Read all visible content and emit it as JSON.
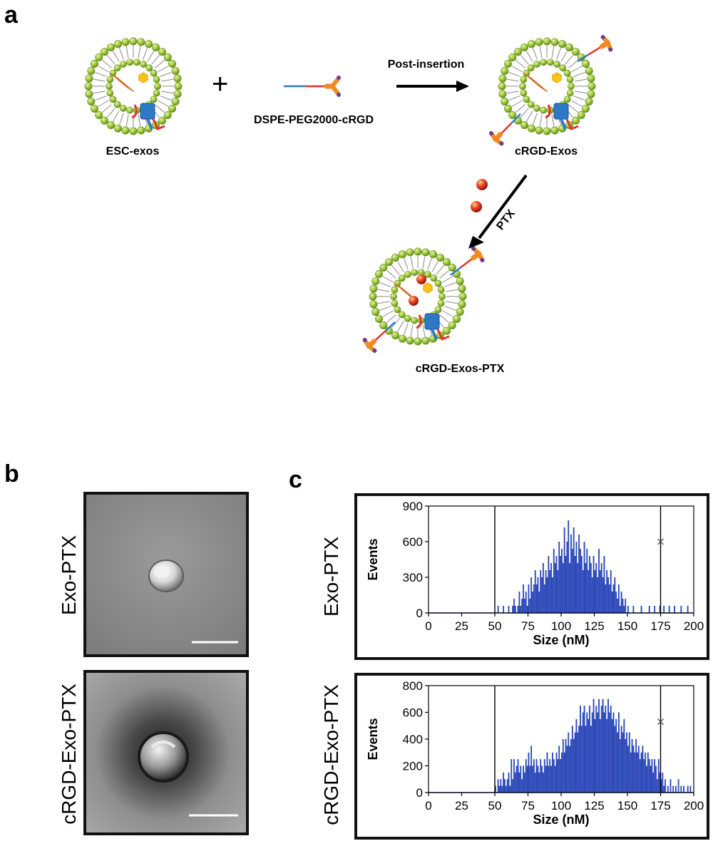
{
  "panel_a": {
    "letter": "a",
    "labels": {
      "esc_exos": "ESC-exos",
      "plus": "+",
      "reagent": "DSPE-PEG2000-cRGD",
      "step1": "Post-insertion",
      "crgd_exos": "cRGD-Exos",
      "step2": "PTX",
      "final": "cRGD-Exos-PTX"
    },
    "colors": {
      "lipid_head": "#9bc53d",
      "peg": "#e8312a",
      "dspe": "#2e79c7",
      "crgd": "#f08a24",
      "crgd_tip": "#6a3d9a",
      "drug": "#e8412a",
      "cargo_hex": "#ffc21a",
      "protein": "#2e79c7"
    }
  },
  "panel_b": {
    "letter": "b",
    "rows": [
      "Exo-PTX",
      "cRGD-Exo-PTX"
    ]
  },
  "panel_c": {
    "letter": "c",
    "rows": [
      "Exo-PTX",
      "cRGD-Exo-PTX"
    ],
    "bar_color": "#2b48b8"
  },
  "chart_data": [
    {
      "type": "bar",
      "xlabel": "Size (nM)",
      "ylabel": "Events",
      "xlim": [
        0,
        200
      ],
      "ylim": [
        0,
        900
      ],
      "xticks": [
        0,
        25,
        50,
        75,
        100,
        125,
        150,
        175,
        200
      ],
      "yticks": [
        0,
        300,
        600,
        900
      ],
      "gates": [
        50,
        175
      ],
      "marker": {
        "x": 175,
        "y": 600
      },
      "bin_width": 1,
      "bins": [
        {
          "x": 50,
          "y": 0
        },
        {
          "x": 52,
          "y": 60
        },
        {
          "x": 54,
          "y": 0
        },
        {
          "x": 56,
          "y": 60
        },
        {
          "x": 58,
          "y": 0
        },
        {
          "x": 60,
          "y": 60
        },
        {
          "x": 62,
          "y": 0
        },
        {
          "x": 63,
          "y": 60
        },
        {
          "x": 64,
          "y": 120
        },
        {
          "x": 65,
          "y": 60
        },
        {
          "x": 66,
          "y": 0
        },
        {
          "x": 67,
          "y": 60
        },
        {
          "x": 68,
          "y": 180
        },
        {
          "x": 69,
          "y": 60
        },
        {
          "x": 70,
          "y": 120
        },
        {
          "x": 71,
          "y": 240
        },
        {
          "x": 72,
          "y": 120
        },
        {
          "x": 73,
          "y": 180
        },
        {
          "x": 74,
          "y": 60
        },
        {
          "x": 75,
          "y": 240
        },
        {
          "x": 76,
          "y": 120
        },
        {
          "x": 77,
          "y": 300
        },
        {
          "x": 78,
          "y": 180
        },
        {
          "x": 79,
          "y": 240
        },
        {
          "x": 80,
          "y": 360
        },
        {
          "x": 81,
          "y": 240
        },
        {
          "x": 82,
          "y": 300
        },
        {
          "x": 83,
          "y": 180
        },
        {
          "x": 84,
          "y": 360
        },
        {
          "x": 85,
          "y": 300
        },
        {
          "x": 86,
          "y": 420
        },
        {
          "x": 87,
          "y": 240
        },
        {
          "x": 88,
          "y": 360
        },
        {
          "x": 89,
          "y": 300
        },
        {
          "x": 90,
          "y": 480
        },
        {
          "x": 91,
          "y": 360
        },
        {
          "x": 92,
          "y": 420
        },
        {
          "x": 93,
          "y": 300
        },
        {
          "x": 94,
          "y": 540
        },
        {
          "x": 95,
          "y": 420
        },
        {
          "x": 96,
          "y": 480
        },
        {
          "x": 97,
          "y": 360
        },
        {
          "x": 98,
          "y": 600
        },
        {
          "x": 99,
          "y": 480
        },
        {
          "x": 100,
          "y": 540
        },
        {
          "x": 101,
          "y": 420
        },
        {
          "x": 102,
          "y": 720
        },
        {
          "x": 103,
          "y": 480
        },
        {
          "x": 104,
          "y": 600
        },
        {
          "x": 105,
          "y": 780
        },
        {
          "x": 106,
          "y": 420
        },
        {
          "x": 107,
          "y": 660
        },
        {
          "x": 108,
          "y": 540
        },
        {
          "x": 109,
          "y": 720
        },
        {
          "x": 110,
          "y": 480
        },
        {
          "x": 111,
          "y": 600
        },
        {
          "x": 112,
          "y": 420
        },
        {
          "x": 113,
          "y": 660
        },
        {
          "x": 114,
          "y": 540
        },
        {
          "x": 115,
          "y": 480
        },
        {
          "x": 116,
          "y": 360
        },
        {
          "x": 117,
          "y": 600
        },
        {
          "x": 118,
          "y": 420
        },
        {
          "x": 119,
          "y": 540
        },
        {
          "x": 120,
          "y": 360
        },
        {
          "x": 121,
          "y": 480
        },
        {
          "x": 122,
          "y": 420
        },
        {
          "x": 123,
          "y": 300
        },
        {
          "x": 124,
          "y": 480
        },
        {
          "x": 125,
          "y": 360
        },
        {
          "x": 126,
          "y": 420
        },
        {
          "x": 127,
          "y": 300
        },
        {
          "x": 128,
          "y": 540
        },
        {
          "x": 129,
          "y": 360
        },
        {
          "x": 130,
          "y": 420
        },
        {
          "x": 131,
          "y": 300
        },
        {
          "x": 132,
          "y": 480
        },
        {
          "x": 133,
          "y": 240
        },
        {
          "x": 134,
          "y": 360
        },
        {
          "x": 135,
          "y": 300
        },
        {
          "x": 136,
          "y": 240
        },
        {
          "x": 137,
          "y": 360
        },
        {
          "x": 138,
          "y": 180
        },
        {
          "x": 139,
          "y": 240
        },
        {
          "x": 140,
          "y": 300
        },
        {
          "x": 141,
          "y": 180
        },
        {
          "x": 142,
          "y": 120
        },
        {
          "x": 143,
          "y": 240
        },
        {
          "x": 144,
          "y": 60
        },
        {
          "x": 145,
          "y": 180
        },
        {
          "x": 146,
          "y": 120
        },
        {
          "x": 147,
          "y": 60
        },
        {
          "x": 148,
          "y": 120
        },
        {
          "x": 150,
          "y": 60
        },
        {
          "x": 152,
          "y": 0
        },
        {
          "x": 154,
          "y": 60
        },
        {
          "x": 156,
          "y": 0
        },
        {
          "x": 160,
          "y": 60
        },
        {
          "x": 164,
          "y": 0
        },
        {
          "x": 166,
          "y": 60
        },
        {
          "x": 170,
          "y": 60
        },
        {
          "x": 172,
          "y": 0
        },
        {
          "x": 174,
          "y": 60
        },
        {
          "x": 177,
          "y": 60
        },
        {
          "x": 181,
          "y": 60
        },
        {
          "x": 185,
          "y": 60
        },
        {
          "x": 190,
          "y": 60
        },
        {
          "x": 195,
          "y": 60
        }
      ]
    },
    {
      "type": "bar",
      "xlabel": "Size (nM)",
      "ylabel": "Events",
      "xlim": [
        0,
        200
      ],
      "ylim": [
        0,
        800
      ],
      "xticks": [
        0,
        25,
        50,
        75,
        100,
        125,
        150,
        175,
        200
      ],
      "yticks": [
        0,
        200,
        400,
        600,
        800
      ],
      "gates": [
        50,
        175
      ],
      "marker": {
        "x": 175,
        "y": 530
      },
      "bin_width": 1,
      "bins": [
        {
          "x": 50,
          "y": 50
        },
        {
          "x": 51,
          "y": 0
        },
        {
          "x": 52,
          "y": 100
        },
        {
          "x": 53,
          "y": 50
        },
        {
          "x": 54,
          "y": 100
        },
        {
          "x": 55,
          "y": 50
        },
        {
          "x": 56,
          "y": 150
        },
        {
          "x": 57,
          "y": 100
        },
        {
          "x": 58,
          "y": 50
        },
        {
          "x": 59,
          "y": 100
        },
        {
          "x": 60,
          "y": 150
        },
        {
          "x": 61,
          "y": 50
        },
        {
          "x": 62,
          "y": 250
        },
        {
          "x": 63,
          "y": 100
        },
        {
          "x": 64,
          "y": 250
        },
        {
          "x": 65,
          "y": 150
        },
        {
          "x": 66,
          "y": 200
        },
        {
          "x": 67,
          "y": 250
        },
        {
          "x": 68,
          "y": 150
        },
        {
          "x": 69,
          "y": 200
        },
        {
          "x": 70,
          "y": 100
        },
        {
          "x": 71,
          "y": 200
        },
        {
          "x": 72,
          "y": 150
        },
        {
          "x": 73,
          "y": 250
        },
        {
          "x": 74,
          "y": 200
        },
        {
          "x": 75,
          "y": 300
        },
        {
          "x": 76,
          "y": 200
        },
        {
          "x": 77,
          "y": 350
        },
        {
          "x": 78,
          "y": 200
        },
        {
          "x": 79,
          "y": 250
        },
        {
          "x": 80,
          "y": 150
        },
        {
          "x": 81,
          "y": 250
        },
        {
          "x": 82,
          "y": 200
        },
        {
          "x": 83,
          "y": 150
        },
        {
          "x": 84,
          "y": 250
        },
        {
          "x": 85,
          "y": 200
        },
        {
          "x": 86,
          "y": 150
        },
        {
          "x": 87,
          "y": 250
        },
        {
          "x": 88,
          "y": 200
        },
        {
          "x": 89,
          "y": 300
        },
        {
          "x": 90,
          "y": 200
        },
        {
          "x": 91,
          "y": 250
        },
        {
          "x": 92,
          "y": 200
        },
        {
          "x": 93,
          "y": 300
        },
        {
          "x": 94,
          "y": 250
        },
        {
          "x": 95,
          "y": 200
        },
        {
          "x": 96,
          "y": 300
        },
        {
          "x": 97,
          "y": 250
        },
        {
          "x": 98,
          "y": 350
        },
        {
          "x": 99,
          "y": 250
        },
        {
          "x": 100,
          "y": 300
        },
        {
          "x": 101,
          "y": 400
        },
        {
          "x": 102,
          "y": 300
        },
        {
          "x": 103,
          "y": 400
        },
        {
          "x": 104,
          "y": 350
        },
        {
          "x": 105,
          "y": 450
        },
        {
          "x": 106,
          "y": 350
        },
        {
          "x": 107,
          "y": 400
        },
        {
          "x": 108,
          "y": 500
        },
        {
          "x": 109,
          "y": 400
        },
        {
          "x": 110,
          "y": 450
        },
        {
          "x": 111,
          "y": 550
        },
        {
          "x": 112,
          "y": 450
        },
        {
          "x": 113,
          "y": 500
        },
        {
          "x": 114,
          "y": 650
        },
        {
          "x": 115,
          "y": 500
        },
        {
          "x": 116,
          "y": 600
        },
        {
          "x": 117,
          "y": 650
        },
        {
          "x": 118,
          "y": 500
        },
        {
          "x": 119,
          "y": 600
        },
        {
          "x": 120,
          "y": 550
        },
        {
          "x": 121,
          "y": 650
        },
        {
          "x": 122,
          "y": 500
        },
        {
          "x": 123,
          "y": 600
        },
        {
          "x": 124,
          "y": 700
        },
        {
          "x": 125,
          "y": 550
        },
        {
          "x": 126,
          "y": 650
        },
        {
          "x": 127,
          "y": 600
        },
        {
          "x": 128,
          "y": 700
        },
        {
          "x": 129,
          "y": 550
        },
        {
          "x": 130,
          "y": 650
        },
        {
          "x": 131,
          "y": 700
        },
        {
          "x": 132,
          "y": 600
        },
        {
          "x": 133,
          "y": 650
        },
        {
          "x": 134,
          "y": 550
        },
        {
          "x": 135,
          "y": 700
        },
        {
          "x": 136,
          "y": 600
        },
        {
          "x": 137,
          "y": 650
        },
        {
          "x": 138,
          "y": 550
        },
        {
          "x": 139,
          "y": 600
        },
        {
          "x": 140,
          "y": 500
        },
        {
          "x": 141,
          "y": 550
        },
        {
          "x": 142,
          "y": 450
        },
        {
          "x": 143,
          "y": 600
        },
        {
          "x": 144,
          "y": 400
        },
        {
          "x": 145,
          "y": 500
        },
        {
          "x": 146,
          "y": 450
        },
        {
          "x": 147,
          "y": 550
        },
        {
          "x": 148,
          "y": 400
        },
        {
          "x": 149,
          "y": 450
        },
        {
          "x": 150,
          "y": 350
        },
        {
          "x": 151,
          "y": 450
        },
        {
          "x": 152,
          "y": 300
        },
        {
          "x": 153,
          "y": 400
        },
        {
          "x": 154,
          "y": 350
        },
        {
          "x": 155,
          "y": 300
        },
        {
          "x": 156,
          "y": 400
        },
        {
          "x": 157,
          "y": 300
        },
        {
          "x": 158,
          "y": 350
        },
        {
          "x": 159,
          "y": 250
        },
        {
          "x": 160,
          "y": 300
        },
        {
          "x": 161,
          "y": 350
        },
        {
          "x": 162,
          "y": 250
        },
        {
          "x": 163,
          "y": 300
        },
        {
          "x": 164,
          "y": 200
        },
        {
          "x": 165,
          "y": 300
        },
        {
          "x": 166,
          "y": 250
        },
        {
          "x": 167,
          "y": 200
        },
        {
          "x": 168,
          "y": 250
        },
        {
          "x": 169,
          "y": 150
        },
        {
          "x": 170,
          "y": 250
        },
        {
          "x": 171,
          "y": 200
        },
        {
          "x": 172,
          "y": 100
        },
        {
          "x": 173,
          "y": 250
        },
        {
          "x": 174,
          "y": 150
        },
        {
          "x": 175,
          "y": 100
        },
        {
          "x": 176,
          "y": 150
        },
        {
          "x": 177,
          "y": 50
        },
        {
          "x": 178,
          "y": 100
        },
        {
          "x": 180,
          "y": 50
        },
        {
          "x": 182,
          "y": 100
        },
        {
          "x": 184,
          "y": 50
        },
        {
          "x": 186,
          "y": 50
        },
        {
          "x": 188,
          "y": 100
        },
        {
          "x": 190,
          "y": 50
        },
        {
          "x": 192,
          "y": 50
        },
        {
          "x": 195,
          "y": 50
        },
        {
          "x": 197,
          "y": 50
        }
      ]
    }
  ]
}
